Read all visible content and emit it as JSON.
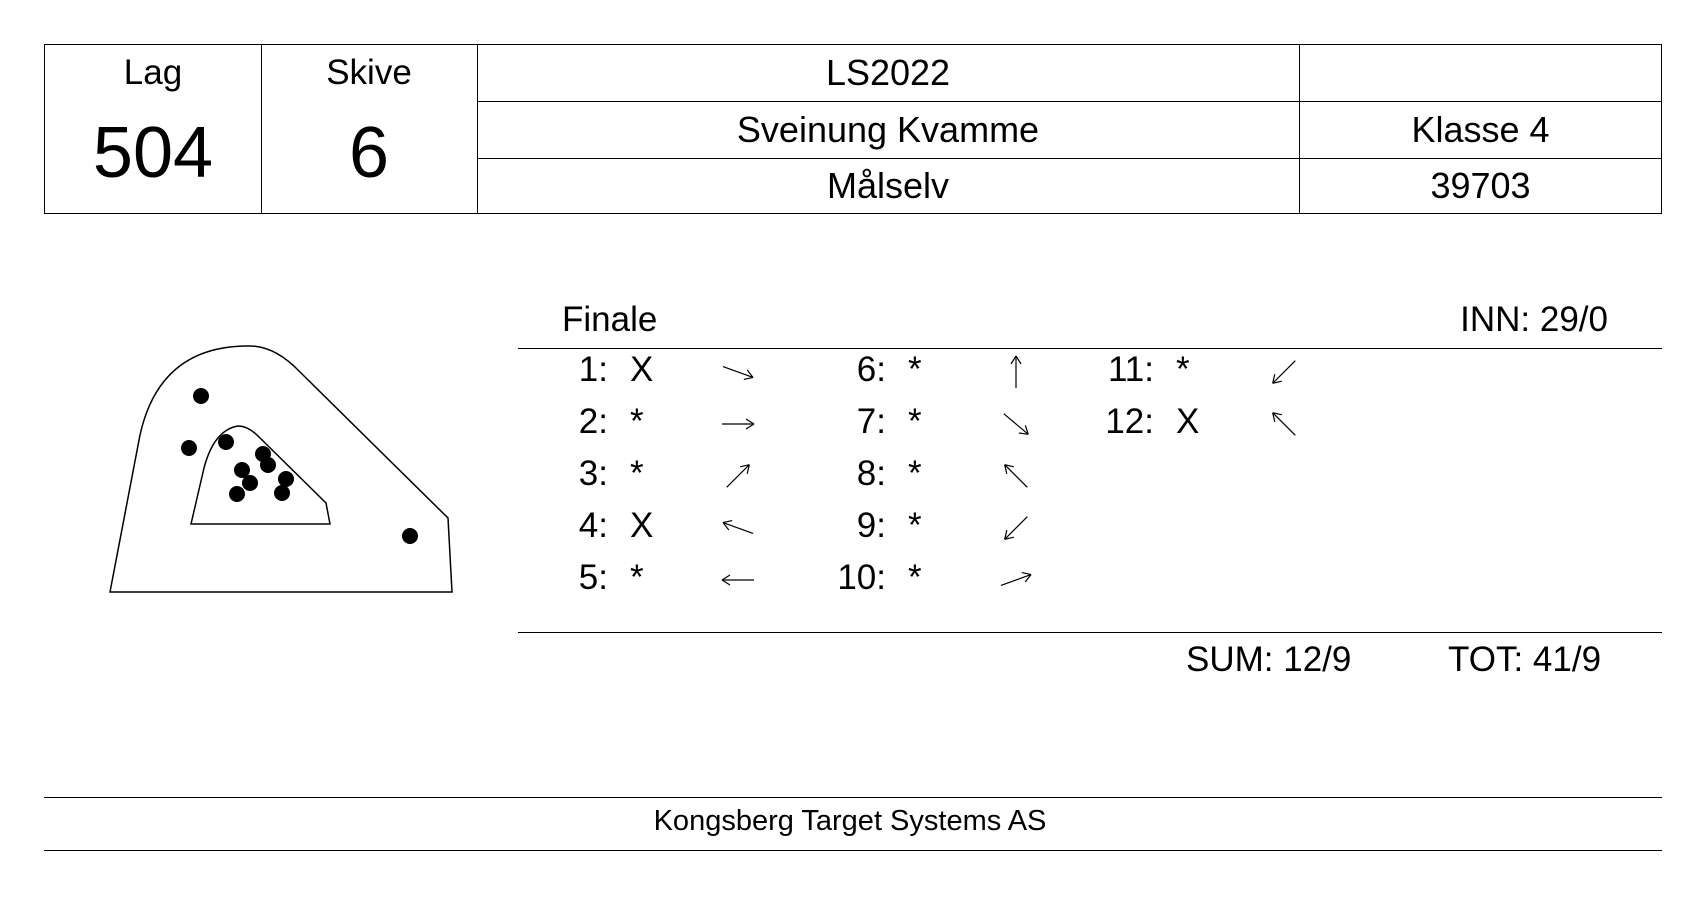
{
  "header": {
    "lag_label": "Lag",
    "lag_value": "504",
    "skive_label": "Skive",
    "skive_value": "6",
    "event": "LS2022",
    "event_extra": "",
    "shooter": "Sveinung Kvamme",
    "class": "Klasse 4",
    "club": "Målselv",
    "id": "39703"
  },
  "results": {
    "title": "Finale",
    "inn": "INN: 29/0",
    "shots": [
      {
        "num": "1:",
        "val": "X",
        "dir": "right-down"
      },
      {
        "num": "2:",
        "val": "*",
        "dir": "right"
      },
      {
        "num": "3:",
        "val": "*",
        "dir": "up-right"
      },
      {
        "num": "4:",
        "val": "X",
        "dir": "left-up"
      },
      {
        "num": "5:",
        "val": "*",
        "dir": "left"
      },
      {
        "num": "6:",
        "val": "*",
        "dir": "up"
      },
      {
        "num": "7:",
        "val": "*",
        "dir": "down-right"
      },
      {
        "num": "8:",
        "val": "*",
        "dir": "up-left"
      },
      {
        "num": "9:",
        "val": "*",
        "dir": "down-left"
      },
      {
        "num": "10:",
        "val": "*",
        "dir": "right-up"
      },
      {
        "num": "11:",
        "val": "*",
        "dir": "down-left"
      },
      {
        "num": "12:",
        "val": "X",
        "dir": "up-left"
      }
    ],
    "sum": "SUM: 12/9",
    "tot": "TOT: 41/9"
  },
  "target": {
    "hits": 12
  },
  "footer": "Kongsberg Target Systems AS"
}
